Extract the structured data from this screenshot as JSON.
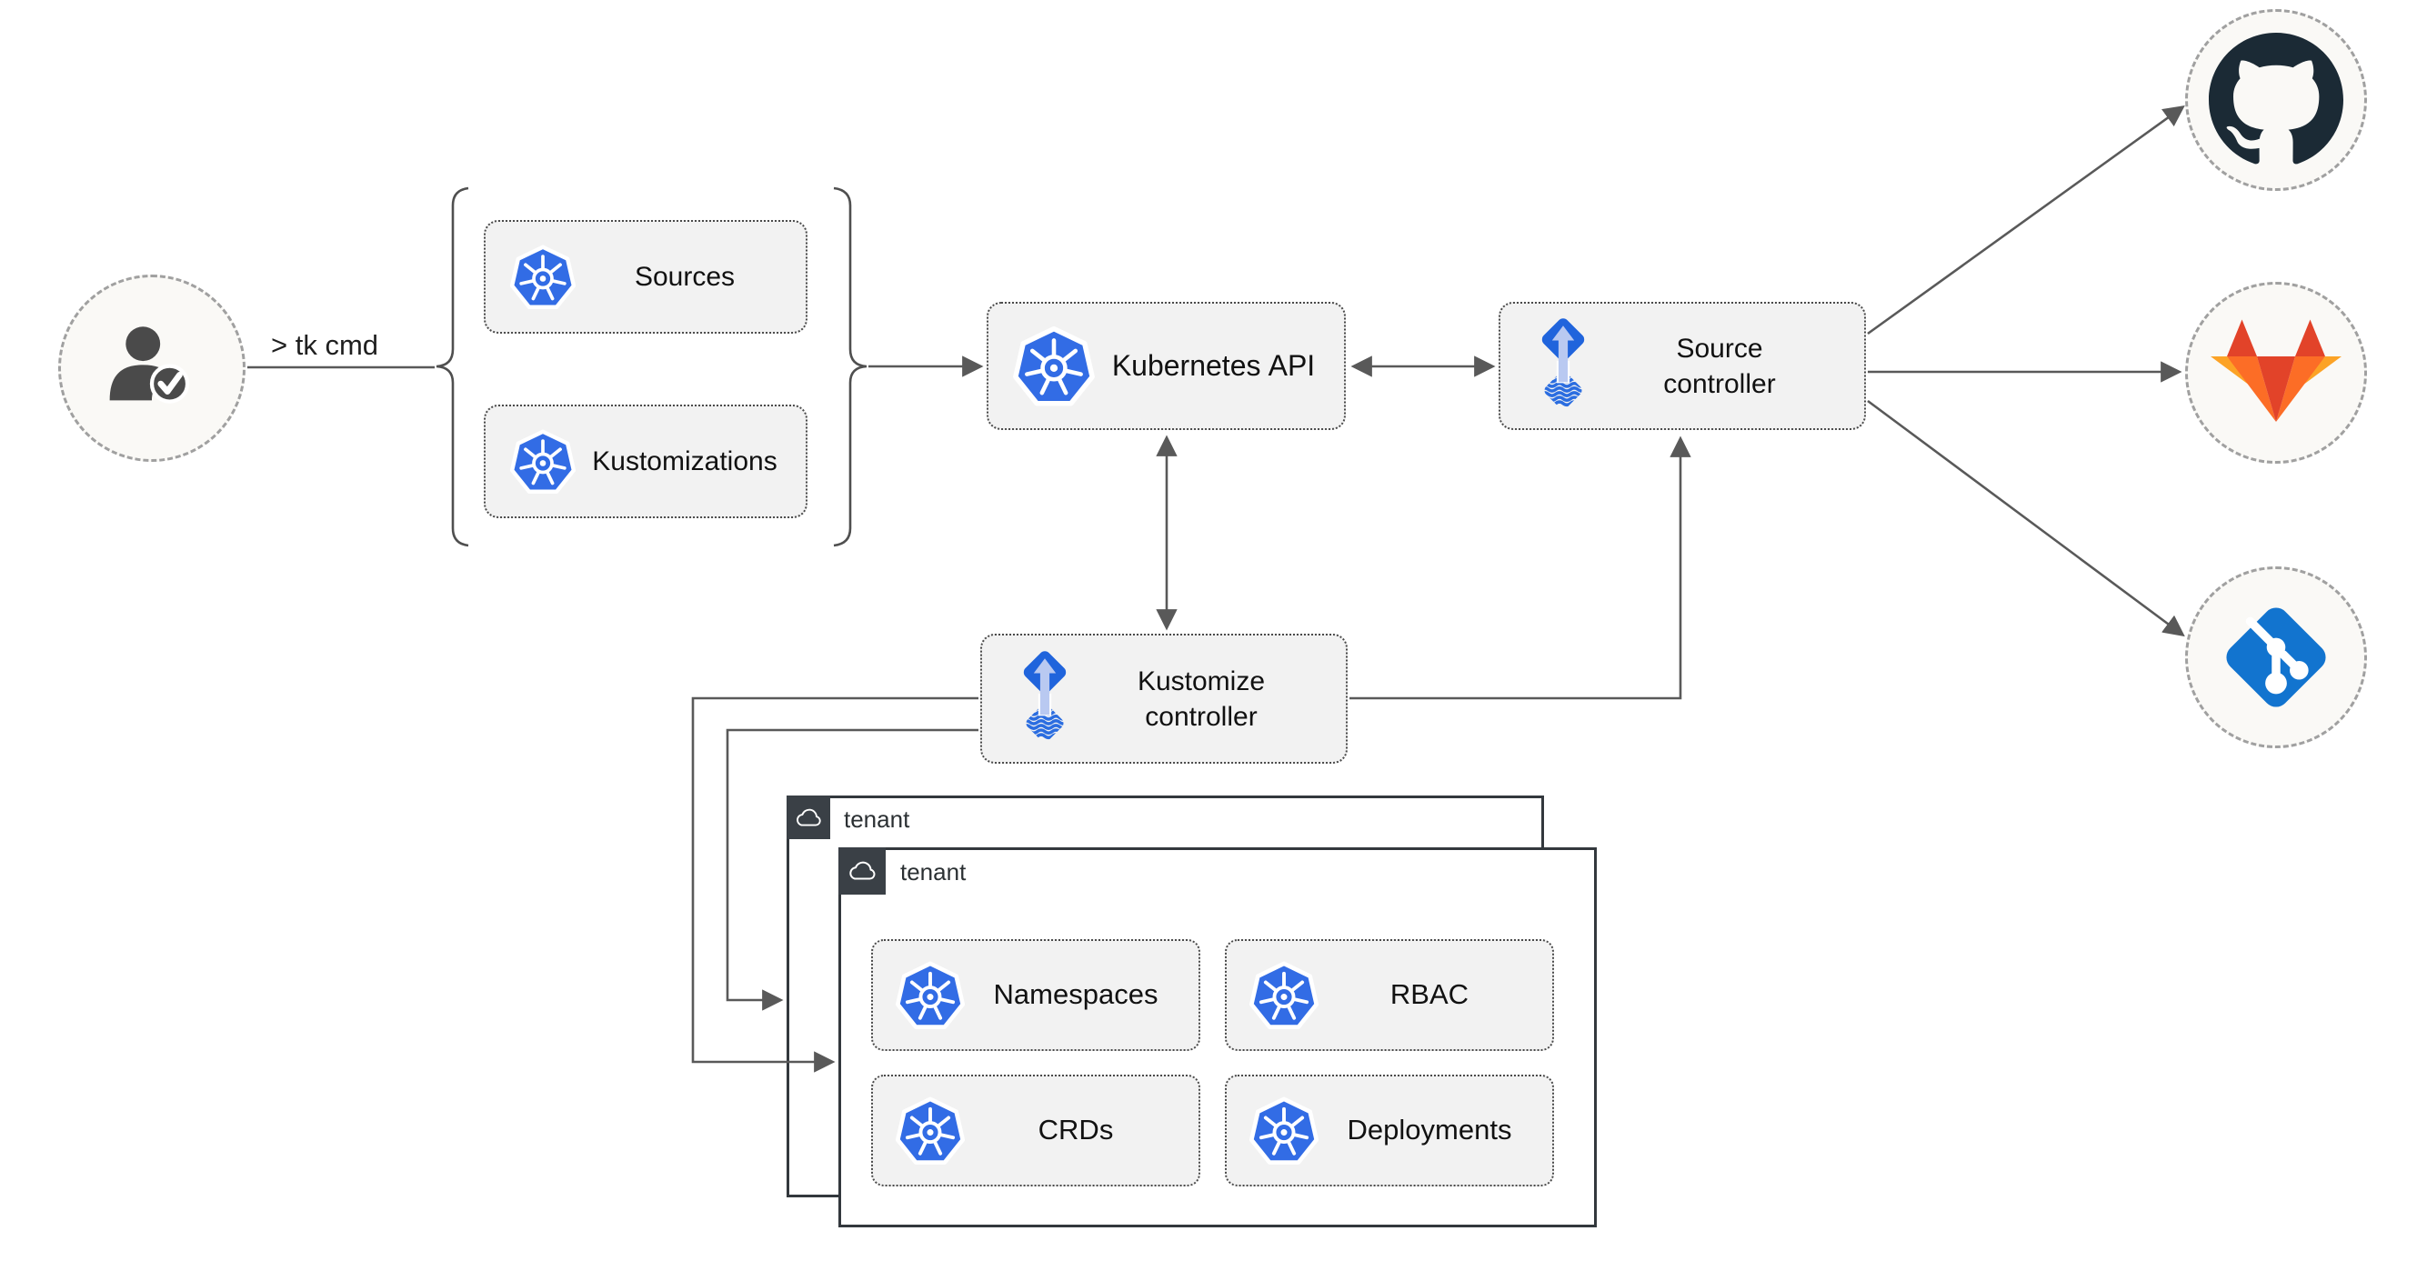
{
  "user": {
    "command_label": "> tk cmd"
  },
  "group": {
    "sources_label": "Sources",
    "kustomizations_label": "Kustomizations"
  },
  "nodes": {
    "kubernetes_api": "Kubernetes API",
    "source_controller": "Source controller",
    "kustomize_controller": "Kustomize controller"
  },
  "tenant_back": {
    "label": "tenant"
  },
  "tenant_front": {
    "label": "tenant",
    "namespaces": "Namespaces",
    "rbac": "RBAC",
    "crds": "CRDs",
    "deployments": "Deployments"
  },
  "endpoints": {
    "top": "github-icon",
    "middle": "gitlab-icon",
    "bottom": "git-icon"
  },
  "icons": {
    "actor": "user-check-icon",
    "resource": "kubernetes-icon",
    "controller": "flux-icon",
    "tenant_header": "cloud-icon"
  },
  "colors": {
    "kubernetes_blue": "#326ce5",
    "flux_blue": "#2064dc",
    "flux_arrow_light": "#b9c9f1",
    "github_dark": "#1b2a35",
    "gitlab_red": "#e24329",
    "gitlab_orange": "#fc6d26",
    "gitlab_light_orange": "#fca326",
    "git_blue": "#1274cf",
    "connector_gray": "#595959",
    "node_fill": "#f2f2f2",
    "tenant_header_bg": "#3a4046",
    "circle_fill": "#faf9f6"
  }
}
